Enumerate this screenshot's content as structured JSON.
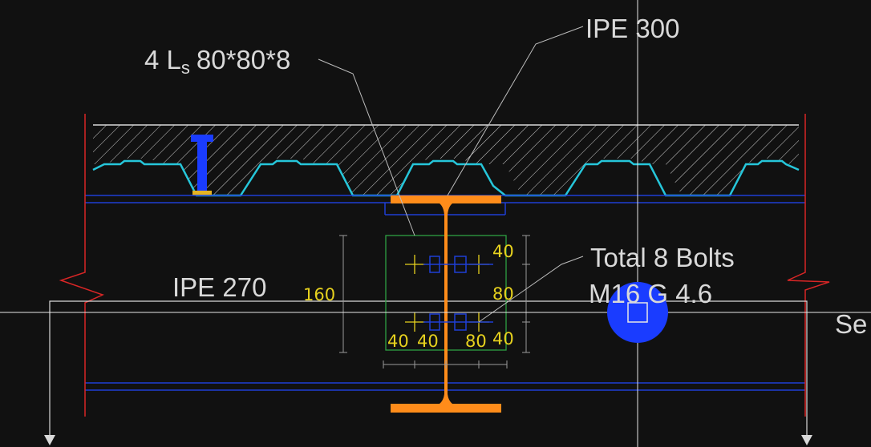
{
  "labels": {
    "angles": "4 L",
    "angles_sub": "s",
    "angles_size": "80*80*8",
    "beam_main": "IPE 300",
    "beam_secondary": "IPE 270",
    "bolts_line1": "Total 8 Bolts",
    "bolts_line2": "M16 G 4.6",
    "section_mark": "Se"
  },
  "dimensions": {
    "height": "160",
    "right_top": "40",
    "right_mid": "80",
    "right_bottom": "40",
    "bottom_1": "40",
    "bottom_2": "40",
    "bottom_3": "80",
    "bottom_4": "40"
  },
  "colors": {
    "background": "#111111",
    "text": "#d9d9d9",
    "dimension_text": "#e6d11e",
    "steel_beam": "#ff8c1a",
    "deck": "#26c6da",
    "blue_lines": "#1f3fd6",
    "plate": "#2ea043",
    "cut_line": "#d92626",
    "crosshair": "#e6e6e6",
    "grip": "#1a3cff"
  }
}
